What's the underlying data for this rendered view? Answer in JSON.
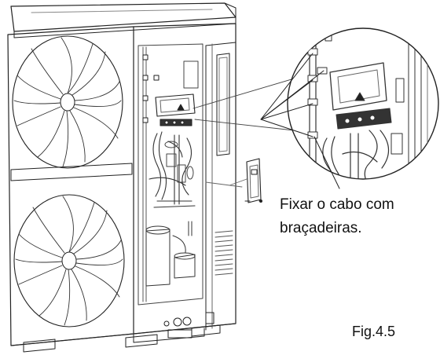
{
  "annotation": {
    "line1": "Fixar o cabo com",
    "line2": "braçadeiras."
  },
  "figure_label": "Fig.4.5",
  "icons": [
    "fan-icon",
    "warning-triangle-icon",
    "cable-clamp-icon",
    "callout-magnifier-icon"
  ],
  "colors": {
    "stroke": "#222222",
    "background": "#ffffff"
  }
}
